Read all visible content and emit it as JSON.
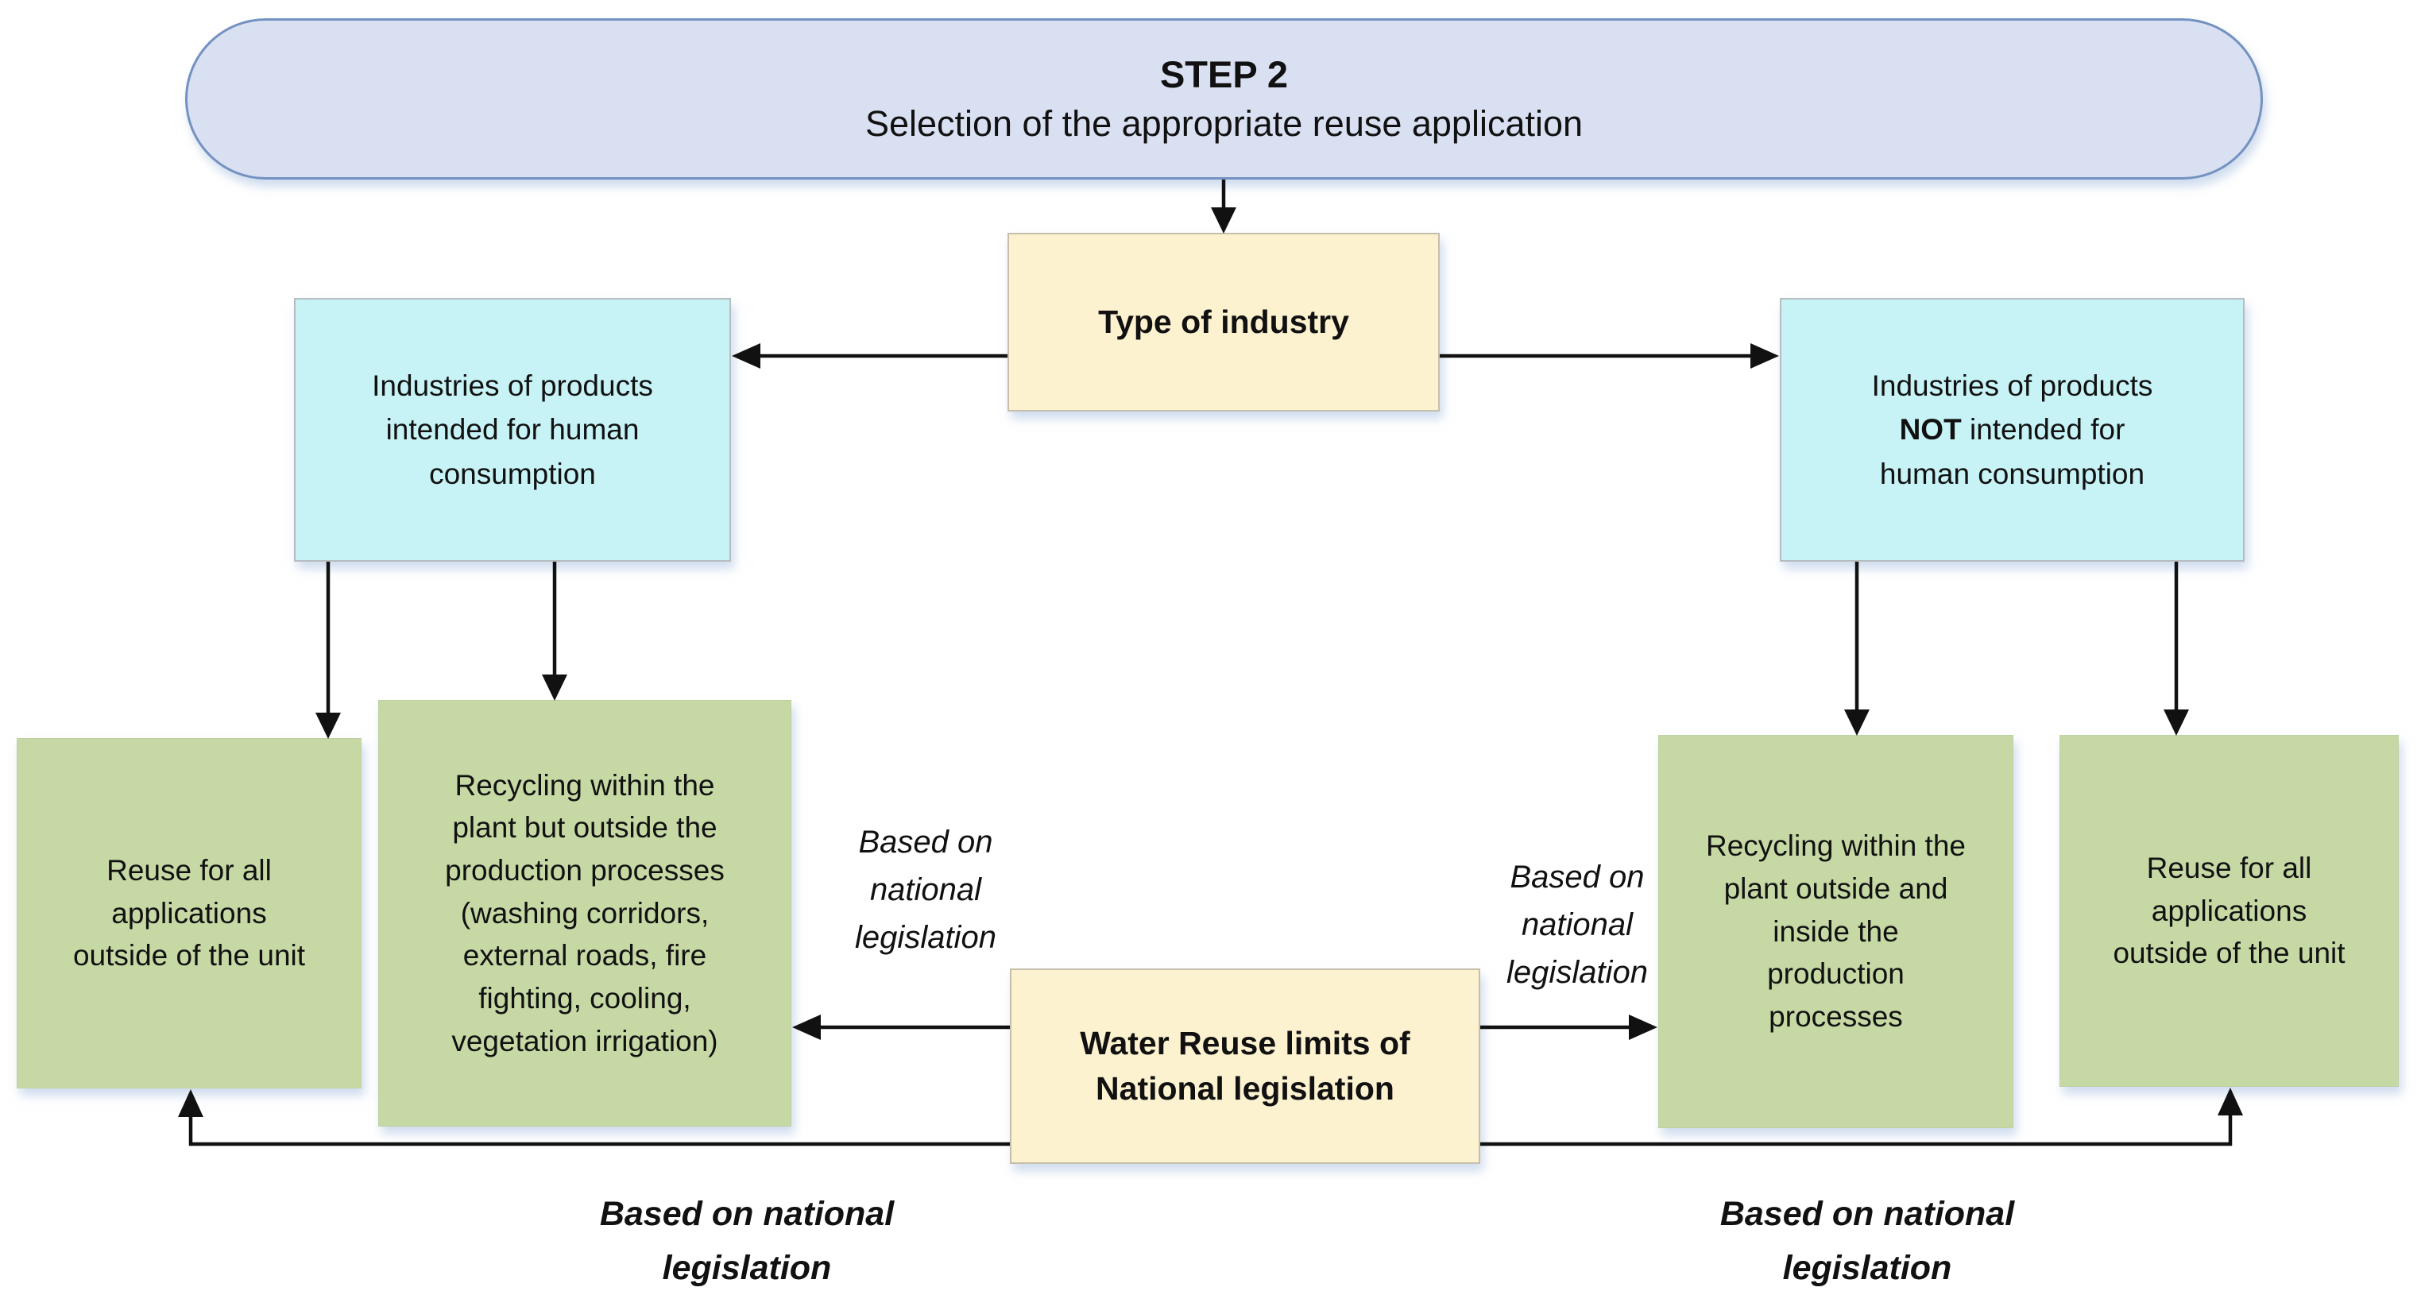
{
  "banner": {
    "step": "STEP 2",
    "subtitle": "Selection of the appropriate reuse application"
  },
  "nodes": {
    "type_of_industry": {
      "label": "Type of industry"
    },
    "industry_human": {
      "lines": [
        "Industries of products",
        "intended for human",
        "consumption"
      ]
    },
    "industry_not_human": {
      "line1": "Industries of products",
      "line2_bold": "NOT",
      "line2_rest": " intended for",
      "line3": "human consumption"
    },
    "reuse_outside_left": {
      "lines": [
        "Reuse for all",
        "applications",
        "outside of the unit"
      ]
    },
    "recycling_outside_production": {
      "lines": [
        "Recycling within the",
        "plant but outside the",
        "production processes",
        "(washing corridors,",
        "external roads, fire",
        "fighting, cooling,",
        "vegetation irrigation)"
      ]
    },
    "water_reuse_limits": {
      "lines": [
        "Water Reuse limits of",
        "National legislation"
      ]
    },
    "recycling_outside_inside": {
      "lines": [
        "Recycling within the",
        "plant outside and",
        "inside the",
        "production",
        "processes"
      ]
    },
    "reuse_outside_right": {
      "lines": [
        "Reuse for all",
        "applications",
        "outside of the unit"
      ]
    }
  },
  "annotations": {
    "left_mid": {
      "lines": [
        "Based on",
        "national",
        "legislation"
      ]
    },
    "right_mid": {
      "lines": [
        "Based on",
        "national",
        "legislation"
      ]
    },
    "bottom_left": {
      "lines": [
        "Based on national",
        "legislation"
      ]
    },
    "bottom_right": {
      "lines": [
        "Based on national",
        "legislation"
      ]
    }
  },
  "colors": {
    "banner_fill": "#d9e0f2",
    "banner_border": "#7492c1",
    "process_fill": "#fdf2d0",
    "process_border": "#c6beac",
    "decision_fill": "#c7f3f6",
    "decision_border": "#b7bcbf",
    "outcome_fill": "#c6d9a5",
    "outcome_border": "#bfcfa3",
    "arrow": "#111111",
    "text": "#111111"
  }
}
